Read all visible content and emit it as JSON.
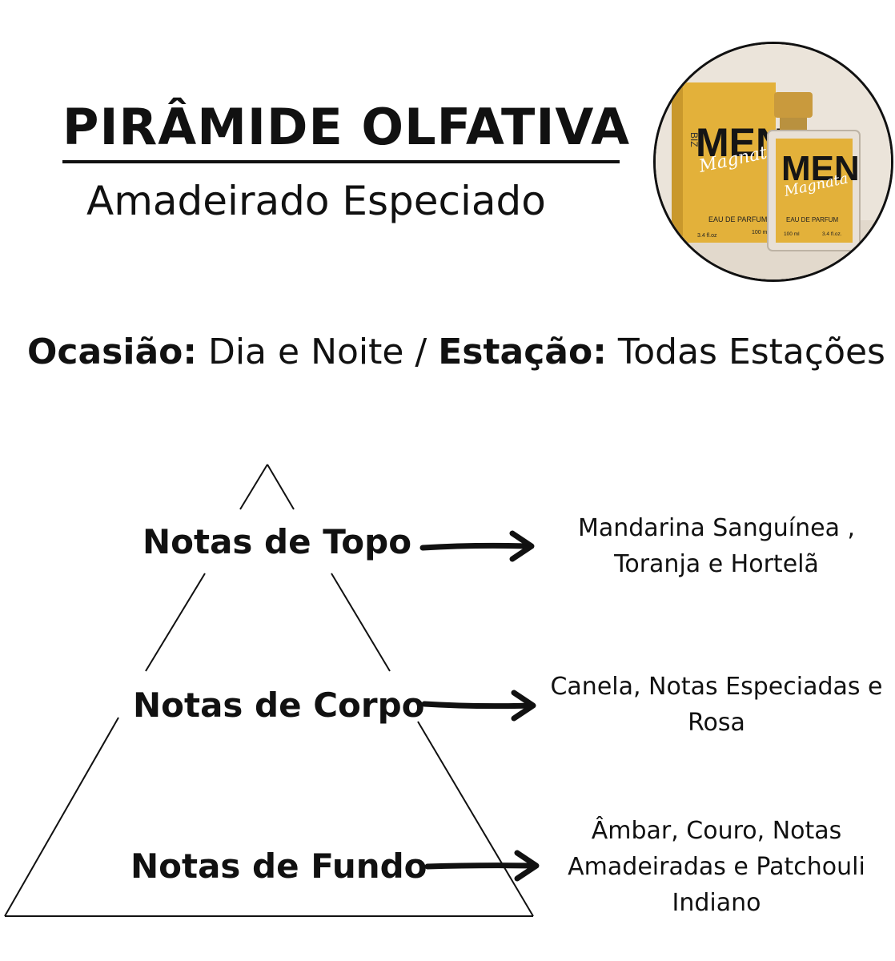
{
  "header": {
    "title": "PIRÂMIDE OLFATIVA",
    "subtitle": "Amadeirado Especiado"
  },
  "product_image": {
    "box_brand": "BIZ",
    "box_name": "MEN",
    "box_script": "Magnata",
    "bottle_name": "MEN",
    "bottle_script": "Magnata",
    "box_type": "EAU DE PARFUM",
    "box_volume_oz": "3.4 fl.oz",
    "box_volume_ml": "100 ml",
    "bottle_type": "EAU DE PARFUM",
    "bottle_volume_ml": "100 ml",
    "bottle_volume_oz": "3.4 fl.oz.",
    "colors": {
      "background": "#e9e2d8",
      "gold": "#e3b13a",
      "cap": "#c99a3d"
    }
  },
  "info": {
    "occasion_label": "Ocasião:",
    "occasion_value": " Dia e Noite / ",
    "season_label": "Estação:",
    "season_value": " Todas Estações"
  },
  "notes": [
    {
      "label": "Notas de Topo",
      "lines": [
        "Mandarina Sanguínea ,",
        "Toranja e Hortelã"
      ]
    },
    {
      "label": "Notas de Corpo",
      "lines": [
        "Canela, Notas Especiadas e",
        "Rosa"
      ]
    },
    {
      "label": "Notas de Fundo",
      "lines": [
        "Âmbar, Couro, Notas",
        "Amadeiradas e Patchouli",
        "Indiano"
      ]
    }
  ]
}
